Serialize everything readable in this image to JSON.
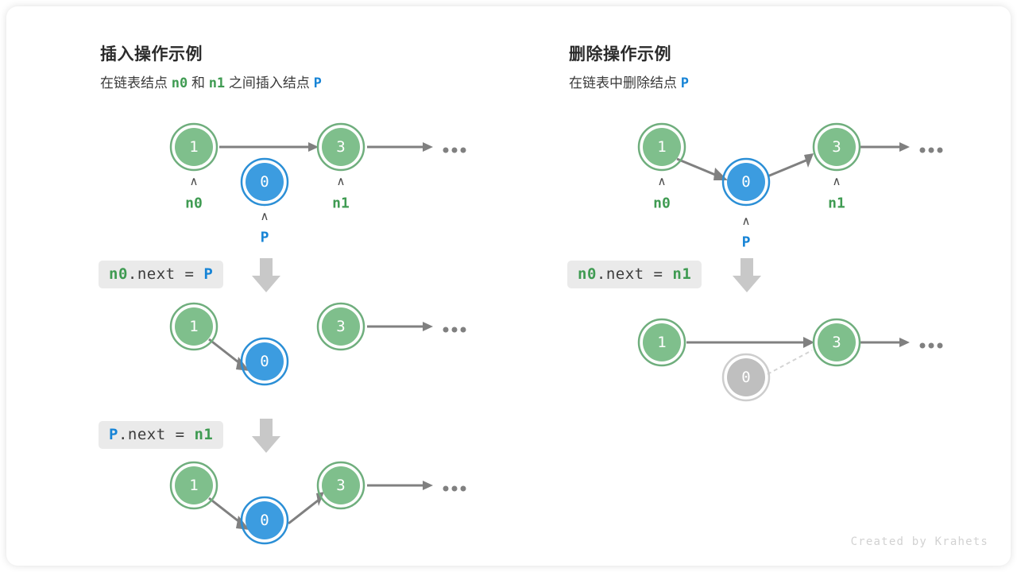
{
  "colors": {
    "node_green_fill": "#7fbf8c",
    "node_green_ring": "#6fae7d",
    "node_blue_fill": "#3c9ce0",
    "node_blue_ring": "#2b8fd6",
    "node_gray_fill": "#bfbfbf",
    "node_gray_ring": "#b3b3b3",
    "arrow_gray": "#808080",
    "label_green": "#3f9b52",
    "label_blue": "#1784d6",
    "code_bg": "#eaeaea",
    "down_arrow": "#c8c8c8",
    "watermark": "#d2d2d2"
  },
  "left_panel": {
    "title": "插入操作示例",
    "subtitle": {
      "part1": "在链表结点",
      "var1": "n0",
      "part2": "和",
      "var2": "n1",
      "part3": "之间插入结点",
      "var3": "P"
    },
    "steps": [
      {
        "code": {
          "lhs": "n0",
          "mid": ".next = ",
          "rhs": "P",
          "lhs_color": "green",
          "rhs_color": "blue"
        }
      },
      {
        "code": {
          "lhs": "P",
          "mid": ".next = ",
          "rhs": "n1",
          "lhs_color": "blue",
          "rhs_color": "green"
        }
      }
    ],
    "rows": [
      {
        "name": "initial-state",
        "nodes": [
          {
            "value": "1",
            "color": "green",
            "pointer": "n0",
            "pointer_color": "green"
          },
          {
            "value": "0",
            "color": "blue",
            "pointer": "P",
            "pointer_color": "blue"
          },
          {
            "value": "3",
            "color": "green",
            "pointer": "n1",
            "pointer_color": "green"
          }
        ],
        "ellipsis": "..."
      },
      {
        "name": "after-n0-next-p",
        "nodes": [
          {
            "value": "1",
            "color": "green"
          },
          {
            "value": "0",
            "color": "blue"
          },
          {
            "value": "3",
            "color": "green"
          }
        ],
        "ellipsis": "..."
      },
      {
        "name": "after-p-next-n1",
        "nodes": [
          {
            "value": "1",
            "color": "green"
          },
          {
            "value": "0",
            "color": "blue"
          },
          {
            "value": "3",
            "color": "green"
          }
        ],
        "ellipsis": "..."
      }
    ]
  },
  "right_panel": {
    "title": "删除操作示例",
    "subtitle": {
      "part1": "在链表中删除结点",
      "var1": "P"
    },
    "steps": [
      {
        "code": {
          "lhs": "n0",
          "mid": ".next = ",
          "rhs": "n1",
          "lhs_color": "green",
          "rhs_color": "green"
        }
      }
    ],
    "rows": [
      {
        "name": "initial-state",
        "nodes": [
          {
            "value": "1",
            "color": "green",
            "pointer": "n0",
            "pointer_color": "green"
          },
          {
            "value": "0",
            "color": "blue",
            "pointer": "P",
            "pointer_color": "blue"
          },
          {
            "value": "3",
            "color": "green",
            "pointer": "n1",
            "pointer_color": "green"
          }
        ],
        "ellipsis": "..."
      },
      {
        "name": "after-deletion",
        "nodes": [
          {
            "value": "1",
            "color": "green"
          },
          {
            "value": "0",
            "color": "gray"
          },
          {
            "value": "3",
            "color": "green"
          }
        ],
        "ellipsis": "..."
      }
    ]
  },
  "watermark": "Created by Krahets"
}
